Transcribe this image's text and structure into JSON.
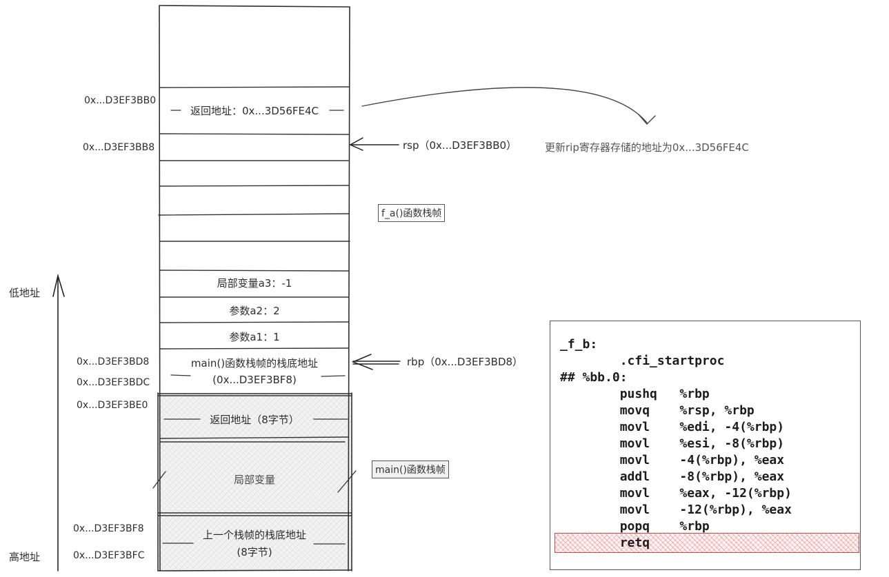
{
  "stack": {
    "top_cells": {
      "return_addr": "返回地址：0x...3D56FE4C",
      "local_a3": "局部变量a3：-1",
      "param_a2": "参数a2：2",
      "param_a1": "参数a1：1",
      "main_base_line1": "main()函数栈帧的栈底地址",
      "main_base_line2": "(0x...D3EF3BF8)"
    },
    "main_cells": {
      "return_addr": "返回地址（8字节）",
      "locals": "局部变量",
      "prev_base_line1": "上一个栈帧的栈底地址",
      "prev_base_line2": "(8字节)"
    }
  },
  "addresses": {
    "a_bb0": "0x...D3EF3BB0",
    "a_bb8": "0x...D3EF3BB8",
    "a_bd8": "0x...D3EF3BD8",
    "a_bdc": "0x...D3EF3BDC",
    "a_be0": "0x...D3EF3BE0",
    "a_bf8": "0x...D3EF3BF8",
    "a_bfc": "0x...D3EF3BFC"
  },
  "axis": {
    "low": "低地址",
    "high": "高地址"
  },
  "pointers": {
    "rsp": "rsp（0x...D3EF3BB0）",
    "rbp": "rbp（0x...D3EF3BD8）"
  },
  "note": "更新rip寄存器存储的地址为0x...3D56FE4C",
  "frame_labels": {
    "f_a": "f_a()函数栈帧",
    "main": "main()函数栈帧"
  },
  "code": {
    "lines": [
      "_f_b:",
      "        .cfi_startproc",
      "## %bb.0:",
      "        pushq   %rbp",
      "        movq    %rsp, %rbp",
      "        movl    %edi, -4(%rbp)",
      "        movl    %esi, -8(%rbp)",
      "        movl    -4(%rbp), %eax",
      "        addl    -8(%rbp), %eax",
      "        movl    %eax, -12(%rbp)",
      "        movl    -12(%rbp), %eax",
      "        popq    %rbp",
      "        retq"
    ],
    "highlight_color": "#e88080"
  }
}
